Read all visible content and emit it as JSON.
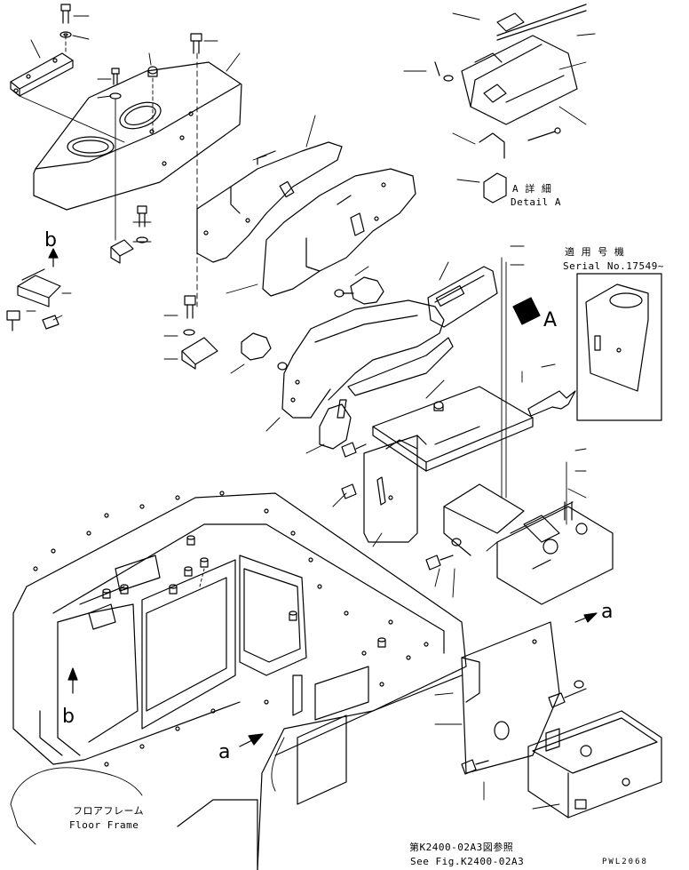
{
  "labels": {
    "detail_a_jp": "A 詳 細",
    "detail_a_en": "Detail A",
    "serial_jp": "適 用 号 機",
    "serial_en": "Serial No.17549~",
    "view_a": "A",
    "arrow_b_upper": "b",
    "arrow_b_lower": "b",
    "arrow_a_right": "a",
    "arrow_a_left": "a",
    "floor_frame_jp": "フロアフレーム",
    "floor_frame_en": "Floor Frame",
    "see_fig_jp": "第K2400-02A3図参照",
    "see_fig_en": "See Fig.K2400-02A3",
    "drawing_code": "PWL2068"
  }
}
